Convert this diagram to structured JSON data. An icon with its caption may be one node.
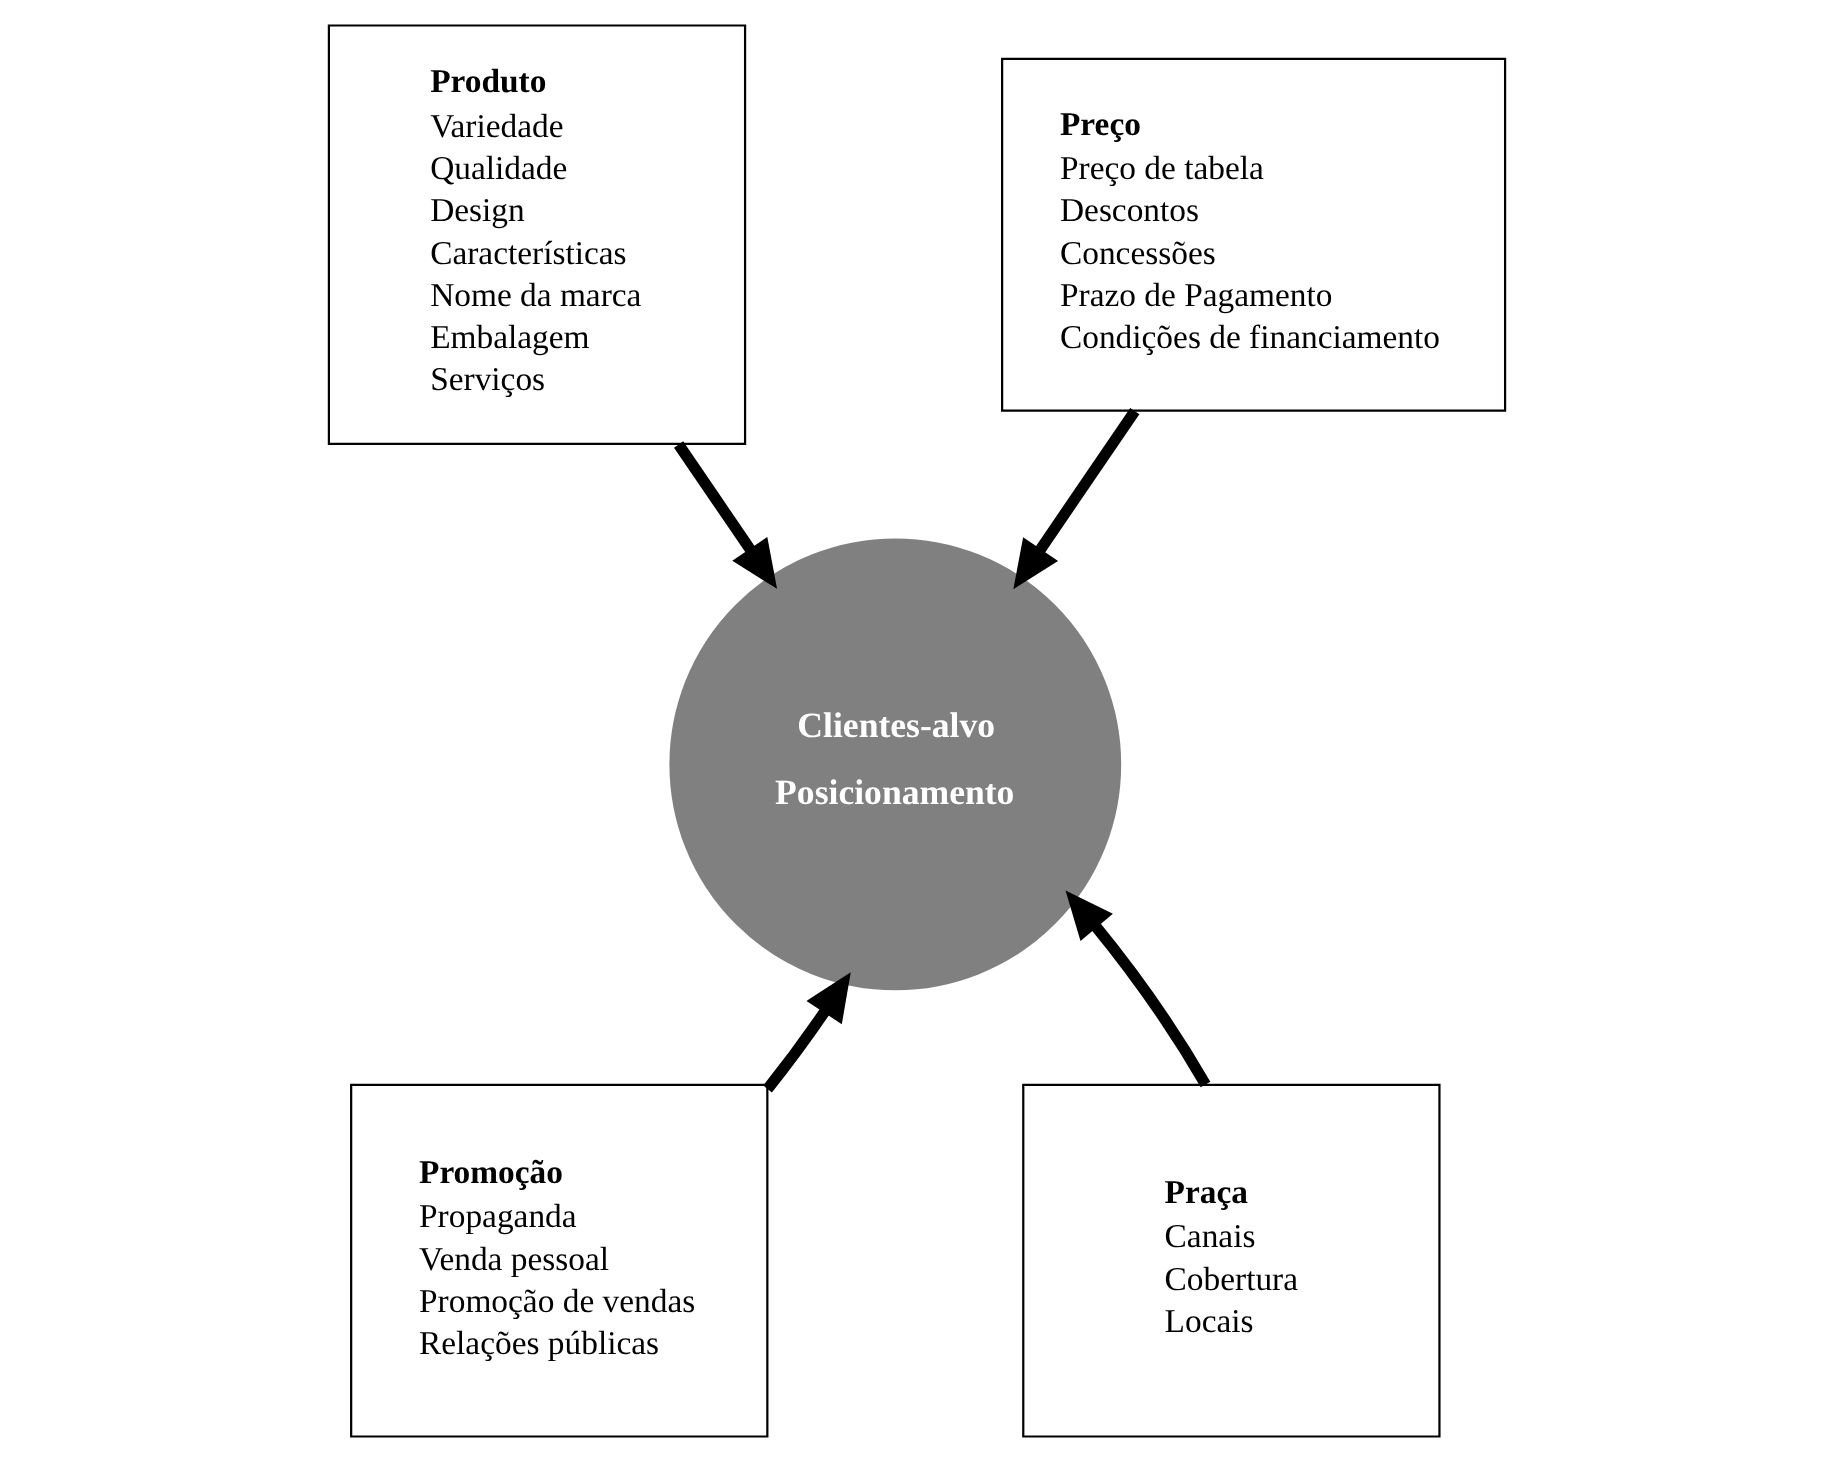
{
  "diagram": {
    "nodes": [
      {
        "text": [
          "Produto",
          "Variedade",
          "Qualidade",
          "Design",
          "Características",
          "Nome da marca",
          "Embalagem",
          "Serviços"
        ]
      },
      {
        "text": [
          "Preço",
          "Preço de tabela",
          "Descontos",
          "Concessões",
          "Prazo de Pagamento",
          "Condições de financiamento"
        ]
      },
      {
        "text": [
          "Clientes-alvo",
          "Posicionamento"
        ]
      },
      {
        "text": [
          "Promoção",
          "Propaganda",
          "Venda pessoal",
          "Promoção de vendas",
          "Relações públicas"
        ]
      },
      {
        "text": [
          "Praça",
          "Canais",
          "Cobertura",
          "Locais"
        ]
      }
    ],
    "edges": [
      {
        "from": 0,
        "to": 2,
        "arrow": "to"
      },
      {
        "from": 1,
        "to": 2,
        "arrow": "to"
      },
      {
        "from": 3,
        "to": 2,
        "arrow": "to"
      },
      {
        "from": 4,
        "to": 2,
        "arrow": "to"
      }
    ]
  }
}
